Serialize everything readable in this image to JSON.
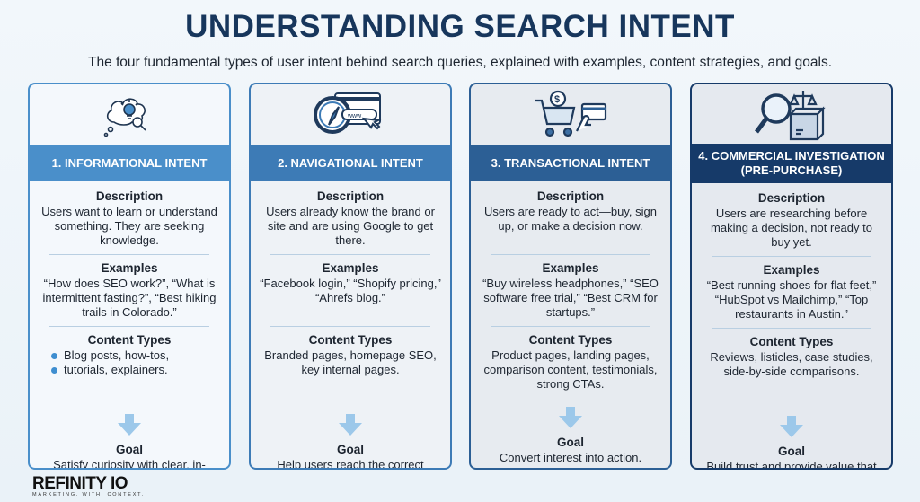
{
  "title": "UNDERSTANDING SEARCH INTENT",
  "subtitle": "The four fundamental types of user intent behind search queries, explained with examples, content strategies, and goals.",
  "labels": {
    "description": "Description",
    "examples": "Examples",
    "content_types": "Content Types",
    "goal": "Goal"
  },
  "cards": [
    {
      "heading": "1. INFORMATIONAL INTENT",
      "icon": "thought-bubble-lightbulb-icon",
      "color": "#4a8fca",
      "bg": "#f4f8fc",
      "description": "Users want to learn or understand something. They are seeking knowledge.",
      "examples": "“How does SEO work?”, “What is intermittent fasting?”, “Best hiking trails in Colorado.”",
      "content_types": [
        "Blog posts, how-tos,",
        "tutorials, explainers."
      ],
      "goal": "Satisfy curiosity with clear, in-depth information."
    },
    {
      "heading": "2. NAVIGATIONAL INTENT",
      "icon": "compass-browser-icon",
      "color": "#3d7bb6",
      "bg": "#eef2f6",
      "description": "Users already know the brand or site and are using Google to get there.",
      "examples": "“Facebook login,” “Shopify pricing,” “Ahrefs blog.”",
      "content_types": "Branded pages, homepage SEO, key internal pages.",
      "goal": "Help users reach the correct branded destination quickly.",
      "icon_text": "www"
    },
    {
      "heading": "3. TRANSACTIONAL INTENT",
      "icon": "cart-credit-card-icon",
      "color": "#2c5f95",
      "bg": "#e7ebf0",
      "description": "Users are ready to act—buy, sign up, or make a decision now.",
      "examples": "“Buy wireless headphones,” “SEO software free trial,” “Best CRM for startups.”",
      "content_types": "Product pages, landing pages, comparison content, testimonials, strong CTAs.",
      "goal": "Convert interest into action.",
      "icon_text": "$"
    },
    {
      "heading": "4. COMMERCIAL INVESTIGATION (PRE-PURCHASE)",
      "icon": "magnifier-scale-box-icon",
      "color": "#163a69",
      "bg": "#e5e9ef",
      "description": "Users are researching before making a decision, not ready to buy yet.",
      "examples": "“Best running shoes for flat feet,” “HubSpot vs Mailchimp,” “Top restaurants in Austin.”",
      "content_types": "Reviews, listicles, case studies, side-by-side comparisons.",
      "goal": "Build trust and provide value that nudges them closer to buying."
    }
  ],
  "logo": {
    "name": "REFINITY IO",
    "tagline": "MARKETING. WITH. CONTEXT."
  }
}
